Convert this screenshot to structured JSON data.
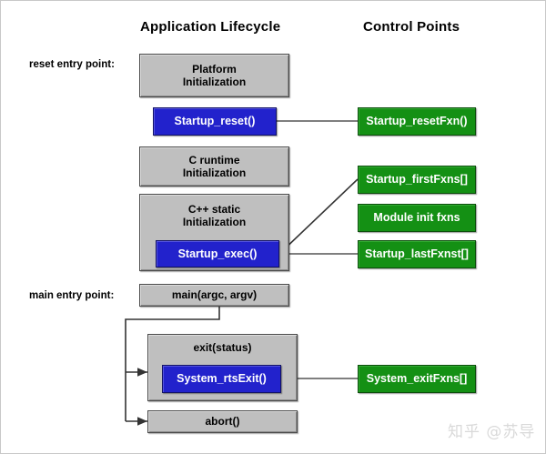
{
  "diagram": {
    "title": "Application Lifecycle and Control Points",
    "columns": [
      {
        "id": "lifecycle",
        "label": "Application Lifecycle"
      },
      {
        "id": "control",
        "label": "Control Points"
      }
    ],
    "side_labels": [
      {
        "id": "reset-entry",
        "label": "reset entry point:"
      },
      {
        "id": "main-entry",
        "label": "main entry point:"
      }
    ],
    "colors": {
      "gray_box": "#bfbfbf",
      "blue_box": "#2222cc",
      "green_box": "#149014",
      "border_dark": "#4a4a4a",
      "connector": "#555555",
      "background": "#ffffff",
      "text_dark": "#000000",
      "text_light": "#ffffff"
    },
    "nodes": [
      {
        "id": "platform-init",
        "kind": "gray",
        "line1": "Platform",
        "line2": "Initialization"
      },
      {
        "id": "startup-reset",
        "kind": "blue",
        "line1": "Startup_reset()",
        "line2": ""
      },
      {
        "id": "c-runtime-init",
        "kind": "gray",
        "line1": "C runtime",
        "line2": "Initialization"
      },
      {
        "id": "cpp-static-init",
        "kind": "gray",
        "line1": "C++ static",
        "line2": "Initialization"
      },
      {
        "id": "startup-exec",
        "kind": "blue",
        "line1": "Startup_exec()",
        "line2": ""
      },
      {
        "id": "main",
        "kind": "gray",
        "line1": "main(argc, argv)",
        "line2": ""
      },
      {
        "id": "exit-status",
        "kind": "gray",
        "line1": "exit(status)",
        "line2": ""
      },
      {
        "id": "system-rtsexit",
        "kind": "blue",
        "line1": "System_rtsExit()",
        "line2": ""
      },
      {
        "id": "abort",
        "kind": "gray",
        "line1": "abort()",
        "line2": ""
      },
      {
        "id": "startup-resetfxn",
        "kind": "green",
        "line1": "Startup_resetFxn()",
        "line2": ""
      },
      {
        "id": "startup-firstfxns",
        "kind": "green",
        "line1": "Startup_firstFxns[]",
        "line2": ""
      },
      {
        "id": "module-init-fxns",
        "kind": "green",
        "line1": "Module init fxns",
        "line2": ""
      },
      {
        "id": "startup-lastfxnst",
        "kind": "green",
        "line1": "Startup_lastFxnst[]",
        "line2": ""
      },
      {
        "id": "system-exitfxns",
        "kind": "green",
        "line1": "System_exitFxns[]",
        "line2": ""
      }
    ],
    "connections": [
      {
        "id": "reset-to-resetfxn",
        "from": "startup-reset",
        "to": "startup-resetfxn",
        "arrow": false
      },
      {
        "id": "exec-to-firstfxns",
        "from": "startup-exec",
        "to": "startup-firstfxns",
        "arrow": false
      },
      {
        "id": "exec-to-lastfxnst",
        "from": "startup-exec",
        "to": "startup-lastfxnst",
        "arrow": false
      },
      {
        "id": "rtsexit-to-exitfxns",
        "from": "system-rtsexit",
        "to": "system-exitfxns",
        "arrow": false
      },
      {
        "id": "main-to-exit",
        "from": "main",
        "to": "exit-status",
        "arrow": true
      },
      {
        "id": "main-to-abort",
        "from": "main",
        "to": "abort",
        "arrow": true
      }
    ],
    "watermark": "知乎 @苏导"
  }
}
